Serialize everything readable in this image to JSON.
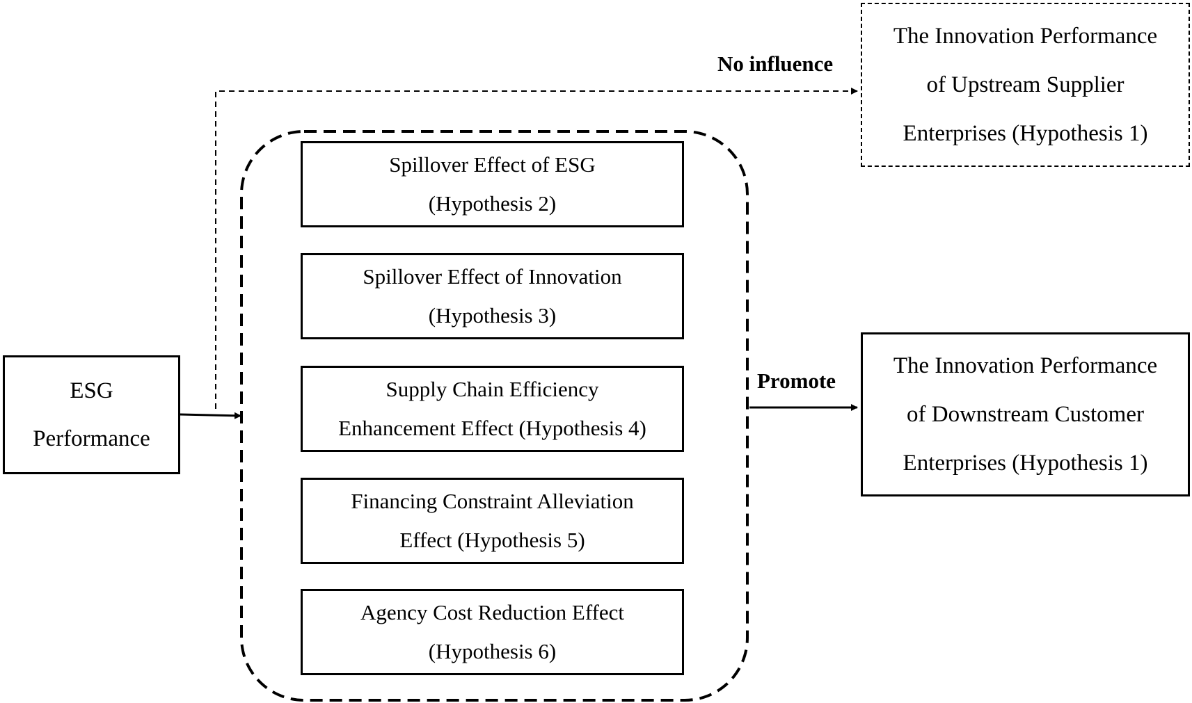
{
  "nodes": {
    "esg": {
      "lines": [
        "ESG",
        "Performance"
      ]
    },
    "mechanisms": [
      {
        "lines": [
          "Spillover Effect of ESG",
          "(Hypothesis 2)"
        ]
      },
      {
        "lines": [
          "Spillover Effect of Innovation",
          "(Hypothesis 3)"
        ]
      },
      {
        "lines": [
          "Supply Chain Efficiency",
          "Enhancement Effect (Hypothesis 4)"
        ]
      },
      {
        "lines": [
          "Financing Constraint Alleviation",
          "Effect (Hypothesis 5)"
        ]
      },
      {
        "lines": [
          "Agency Cost Reduction Effect",
          "(Hypothesis 6)"
        ]
      }
    ],
    "upstream": {
      "lines": [
        "The Innovation Performance",
        "of Upstream Supplier",
        "Enterprises (Hypothesis 1)"
      ]
    },
    "downstream": {
      "lines": [
        "The Innovation Performance",
        "of Downstream Customer",
        "Enterprises (Hypothesis 1)"
      ]
    }
  },
  "edges": {
    "no_influence_label": "No influence",
    "promote_label": "Promote"
  }
}
